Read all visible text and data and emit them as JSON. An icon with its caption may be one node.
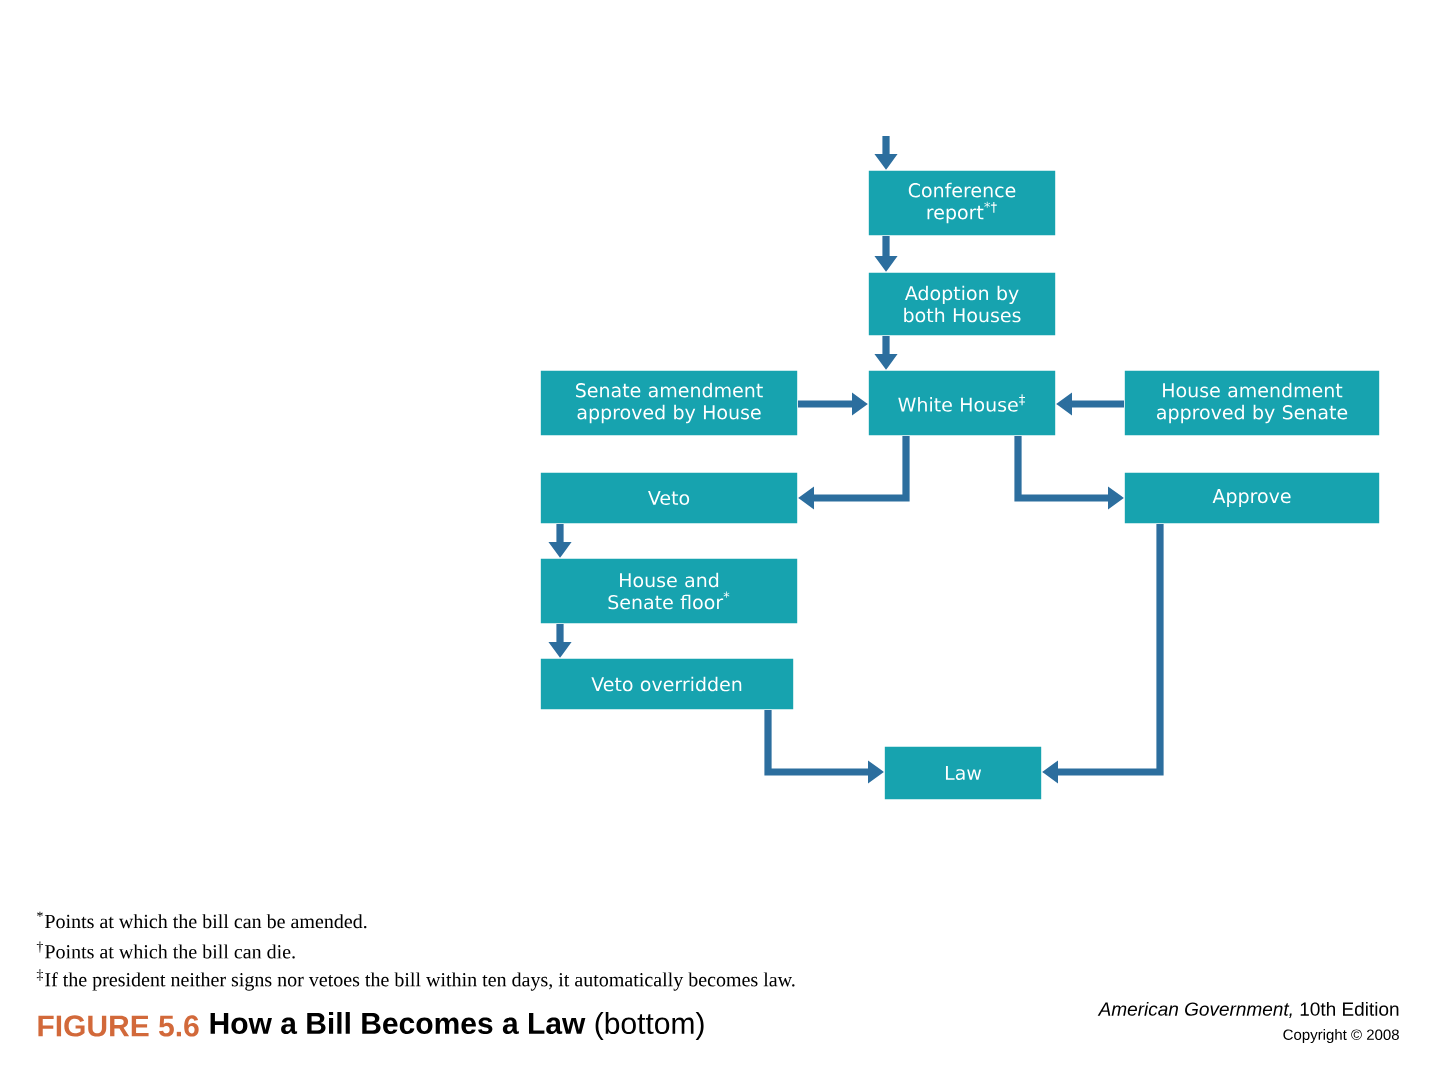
{
  "diagram": {
    "title": "**How a Bill Becomes a Law** (bottom)",
    "nodes": [
      {
        "text": [
          "Conference report$^{*†}$"
        ]
      },
      {
        "text": [
          "Adoption by both Houses"
        ]
      },
      {
        "text": [
          "Senate amendment approved by House"
        ]
      },
      {
        "text": [
          "White House$^{‡}$"
        ]
      },
      {
        "text": [
          "House amendment approved by Senate"
        ]
      },
      {
        "text": [
          "Veto"
        ]
      },
      {
        "text": [
          "Approve"
        ]
      },
      {
        "text": [
          "House and Senate floor$^{*}$"
        ]
      },
      {
        "text": [
          "Veto overridden"
        ]
      },
      {
        "text": [
          "Law"
        ]
      }
    ],
    "edges": [
      {
        "from": null,
        "to": 0,
        "arrow": "to"
      },
      {
        "from": 0,
        "to": 1,
        "arrow": "to"
      },
      {
        "from": 1,
        "to": 3,
        "arrow": "to"
      },
      {
        "from": 2,
        "to": 3,
        "arrow": "to"
      },
      {
        "from": 4,
        "to": 3,
        "arrow": "to"
      },
      {
        "from": 3,
        "to": 5,
        "arrow": "to"
      },
      {
        "from": 3,
        "to": 6,
        "arrow": "to"
      },
      {
        "from": 5,
        "to": 7,
        "arrow": "to"
      },
      {
        "from": 7,
        "to": 8,
        "arrow": "to"
      },
      {
        "from": 8,
        "to": 9,
        "arrow": "to"
      },
      {
        "from": 6,
        "to": 9,
        "arrow": "to"
      }
    ],
    "labels": [
      "$^{*}$Points at which the bill can be amended.",
      "$^{†}$Points at which the bill can die.",
      "$^{‡}$If the president neither signs nor vetoes the bill within ten days, it automatically becomes law.",
      "FIGURE 5.6",
      "*American Government,* 10th Edition",
      "Copyright © 2008"
    ]
  }
}
